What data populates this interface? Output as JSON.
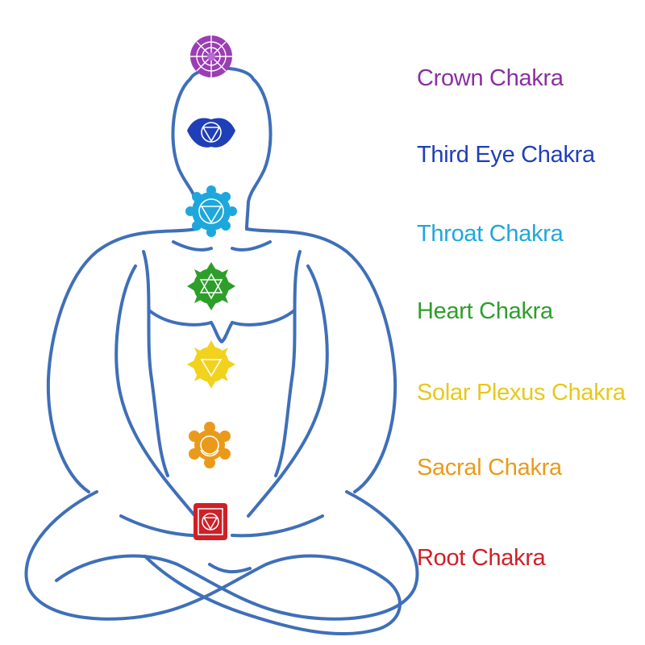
{
  "chakras": [
    {
      "name": "Crown Chakra",
      "color": "#8a2fa0"
    },
    {
      "name": "Third Eye Chakra",
      "color": "#1f3fb8"
    },
    {
      "name": "Throat Chakra",
      "color": "#1ea7dc"
    },
    {
      "name": "Heart Chakra",
      "color": "#2e9e2a"
    },
    {
      "name": "Solar Plexus Chakra",
      "color": "#e7c81a"
    },
    {
      "name": "Sacral Chakra",
      "color": "#ea9a1a"
    },
    {
      "name": "Root Chakra",
      "color": "#cf2027"
    }
  ],
  "figure": {
    "outline_color": "#3f6fb8"
  }
}
